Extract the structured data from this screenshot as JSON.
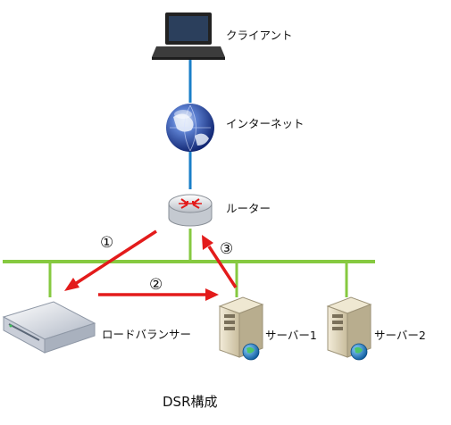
{
  "nodes": {
    "client": {
      "label": "クライアント",
      "icon": "laptop-icon"
    },
    "internet": {
      "label": "インターネット",
      "icon": "globe-icon"
    },
    "router": {
      "label": "ルーター",
      "icon": "router-icon"
    },
    "load_balancer": {
      "label": "ロードバランサー",
      "icon": "load-balancer-appliance-icon"
    },
    "server1": {
      "label": "サーバー1",
      "icon": "server-icon"
    },
    "server2": {
      "label": "サーバー2",
      "icon": "server-icon"
    }
  },
  "steps": [
    "①",
    "②",
    "③"
  ],
  "caption": "DSR構成",
  "colors": {
    "uplink": "#1a7fc8",
    "lan": "#86c940",
    "flow_arrow": "#e31b1b"
  }
}
